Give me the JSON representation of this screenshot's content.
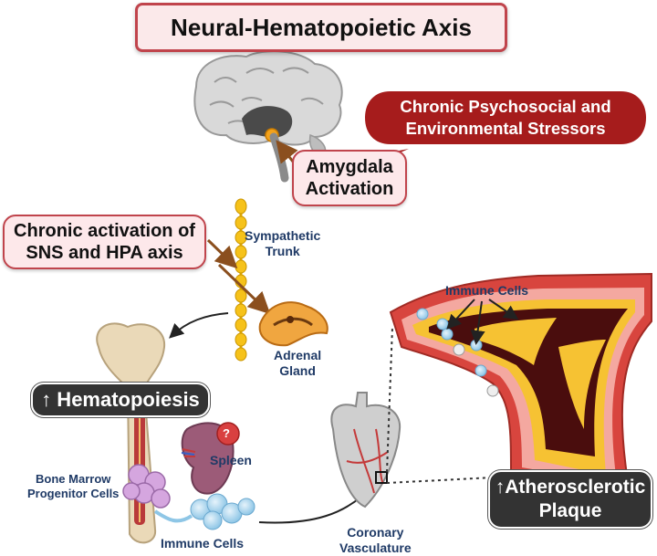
{
  "title": "Neural-Hematopoietic Axis",
  "stressors": {
    "line1": "Chronic Psychosocial and",
    "line2": "Environmental Stressors"
  },
  "amygdala": {
    "line1": "Amygdala",
    "line2": "Activation"
  },
  "chronic_activation": {
    "line1": "Chronic activation of",
    "line2": "SNS and HPA axis"
  },
  "hematopoiesis": "↑ Hematopoiesis",
  "atherosclerotic": {
    "line1": "↑Atherosclerotic",
    "line2": "Plaque"
  },
  "labels": {
    "sympathetic": {
      "line1": "Sympathetic",
      "line2": "Trunk"
    },
    "adrenal": {
      "line1": "Adrenal",
      "line2": "Gland"
    },
    "spleen": "Spleen",
    "spleen_icon": "?",
    "bone_marrow": {
      "line1": "Bone Marrow",
      "line2": "Progenitor Cells"
    },
    "immune_cells_bottom": "Immune Cells",
    "immune_cells_top": "Immune Cells",
    "coronary": {
      "line1": "Coronary",
      "line2": "Vasculature"
    }
  },
  "colors": {
    "pink_fill": "#fde8ea",
    "pink_border": "#c0444c",
    "dark_red": "#a61c1c",
    "dark_gray": "#333333",
    "label_navy": "#1f3a66"
  },
  "icons": [
    "brain-icon",
    "sympathetic-trunk-icon",
    "adrenal-gland-icon",
    "bone-icon",
    "spleen-icon",
    "heart-icon",
    "artery-icon",
    "lightning-bolt-icon",
    "immune-cell-icon"
  ]
}
